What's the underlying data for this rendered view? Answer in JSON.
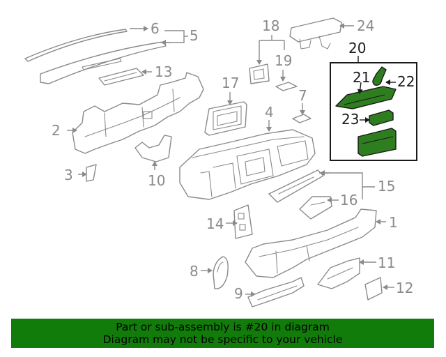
{
  "diagram": {
    "callouts": [
      "1",
      "2",
      "3",
      "4",
      "5",
      "6",
      "7",
      "8",
      "9",
      "10",
      "11",
      "12",
      "13",
      "14",
      "15",
      "16",
      "17",
      "18",
      "19",
      "20",
      "21",
      "22",
      "23",
      "24"
    ],
    "highlighted_assembly": "20",
    "colors": {
      "highlight_fill": "#2e7d1f",
      "line_gray": "#8a8a8a",
      "footer_bg": "#127c0b"
    }
  },
  "footer": {
    "line1": "Part or sub-assembly is #20 in diagram",
    "line2": "Diagram may not be specific to your vehicle"
  }
}
